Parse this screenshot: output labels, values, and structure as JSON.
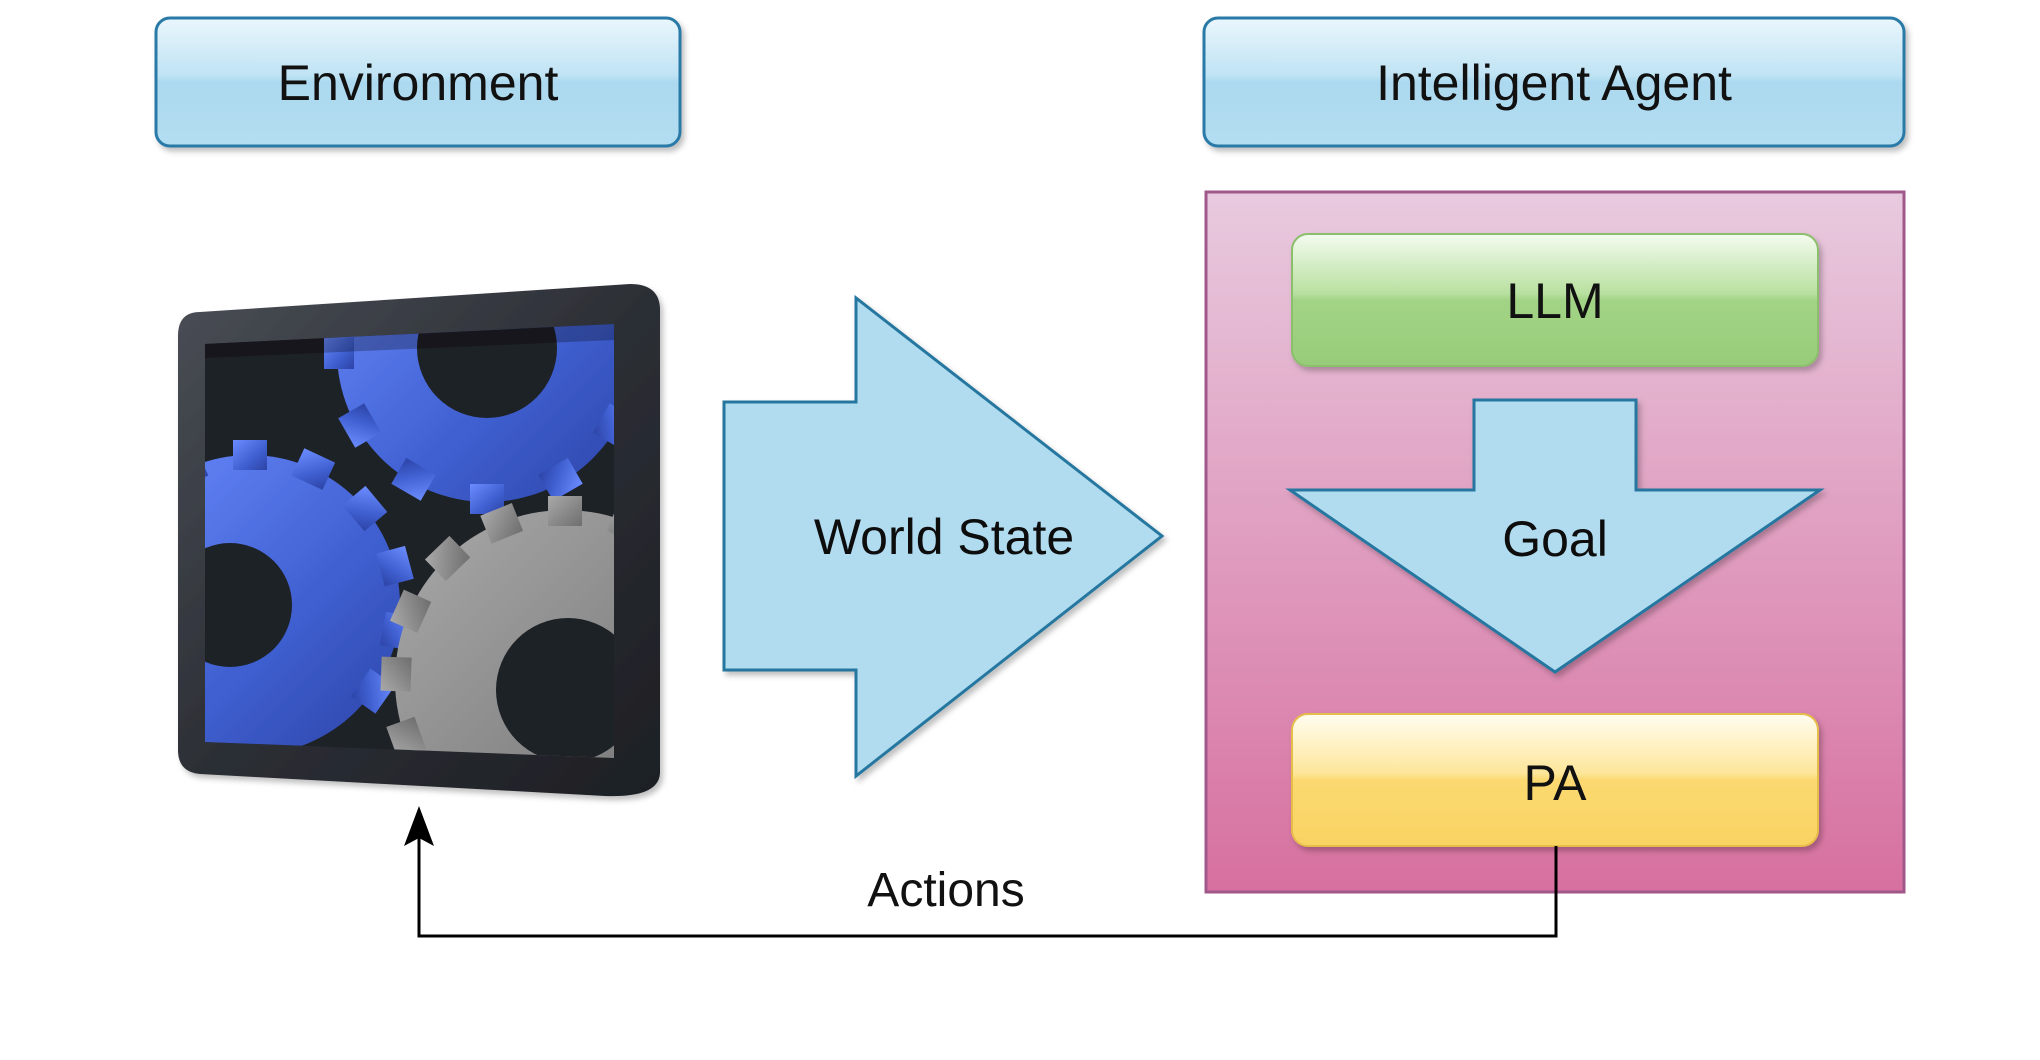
{
  "header": {
    "environment": "Environment",
    "agent": "Intelligent Agent"
  },
  "environment_icon": {
    "icon": "gears-icon"
  },
  "arrows": {
    "world_state": "World State",
    "goal": "Goal",
    "actions": "Actions"
  },
  "agent": {
    "llm": "LLM",
    "pa": "PA"
  },
  "colors": {
    "header_fill": "#b3ddf1",
    "header_border": "#2a7aa8",
    "arrow_fill": "#b1dcf0",
    "arrow_border": "#2577a0",
    "agent_top": "#e7c6dc",
    "agent_bottom": "#d86f9e",
    "agent_border": "#a0588a",
    "llm_fill": "#9fd27f",
    "pa_fill": "#fbd96e",
    "gear_blue": "#4566d6",
    "gear_gray": "#8a8a8a",
    "frame_dark": "#2f3238"
  }
}
